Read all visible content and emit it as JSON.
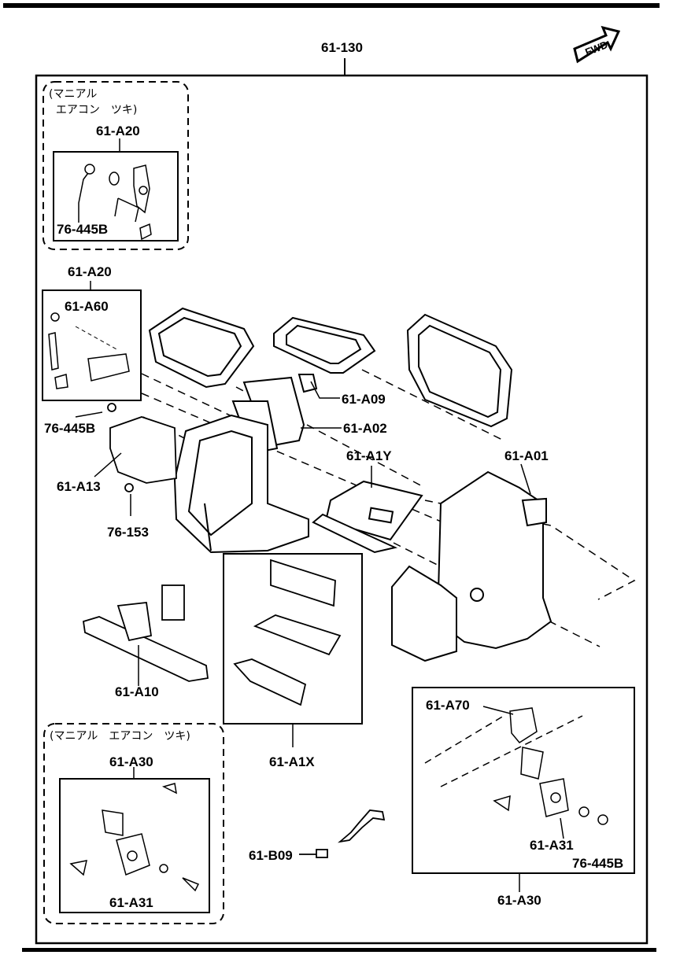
{
  "fwd_icon_label": "FWD",
  "labels": {
    "assembly": "61-130",
    "manual_note_top": "(マニアル\n  エアコン　ツキ)",
    "a20_top": "61-A20",
    "bolt_top": "76-445B",
    "a20_mid": "61-A20",
    "a60": "61-A60",
    "a09": "61-A09",
    "a02": "61-A02",
    "bolt_left": "76-445B",
    "a13": "61-A13",
    "screw_153": "76-153",
    "a1y": "61-A1Y",
    "a01": "61-A01",
    "a10": "61-A10",
    "a1x": "61-A1X",
    "manual_note_bottom": "(マニアル　エアコン　ツキ)",
    "a30_left": "61-A30",
    "a31_left": "61-A31",
    "b09": "61-B09",
    "a70": "61-A70",
    "a31_right": "61-A31",
    "bolt_right": "76-445B",
    "a30_right": "61-A30"
  }
}
